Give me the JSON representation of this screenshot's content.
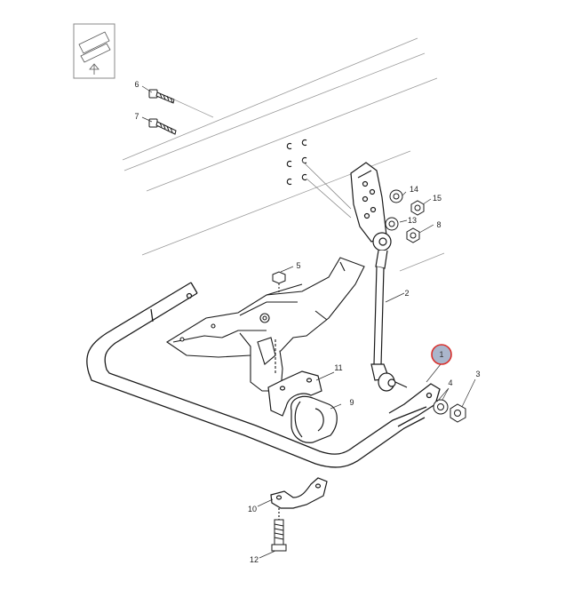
{
  "diagram": {
    "callouts": [
      {
        "id": "1",
        "label": "1",
        "highlighted": true
      },
      {
        "id": "2",
        "label": "2"
      },
      {
        "id": "3",
        "label": "3"
      },
      {
        "id": "4",
        "label": "4"
      },
      {
        "id": "5",
        "label": "5"
      },
      {
        "id": "6",
        "label": "6"
      },
      {
        "id": "7",
        "label": "7"
      },
      {
        "id": "8",
        "label": "8"
      },
      {
        "id": "9",
        "label": "9"
      },
      {
        "id": "10",
        "label": "10"
      },
      {
        "id": "11",
        "label": "11"
      },
      {
        "id": "12",
        "label": "12"
      },
      {
        "id": "13",
        "label": "13"
      },
      {
        "id": "14",
        "label": "14"
      },
      {
        "id": "15",
        "label": "15"
      }
    ],
    "colors": {
      "line": "#1a1a1a",
      "highlight_ring": "#d9302c",
      "highlight_fill": "#aab6cc"
    },
    "icons": {
      "orientation": "orientation-icon"
    }
  }
}
